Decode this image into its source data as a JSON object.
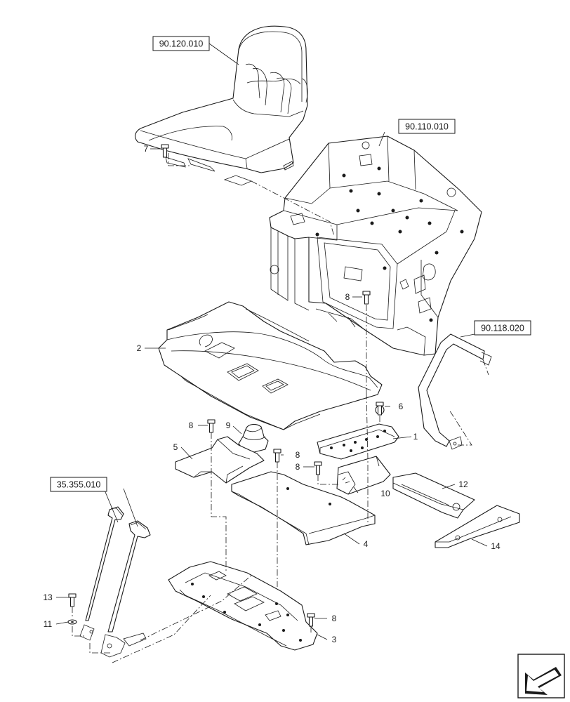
{
  "references": {
    "seat": "90.120.010",
    "platform": "90.110.010",
    "handrail": "90.118.020",
    "levers": "35.355.010"
  },
  "callouts": {
    "c1": "1",
    "c2": "2",
    "c3": "3",
    "c4": "4",
    "c5": "5",
    "c6": "6",
    "c7": "7",
    "c8a": "8",
    "c8b": "8",
    "c8c": "8",
    "c8d": "8",
    "c8e": "8",
    "c9": "9",
    "c10": "10",
    "c11": "11",
    "c12": "12",
    "c13": "13",
    "c14": "14"
  },
  "nav_icon": "next-page-arrow-icon"
}
